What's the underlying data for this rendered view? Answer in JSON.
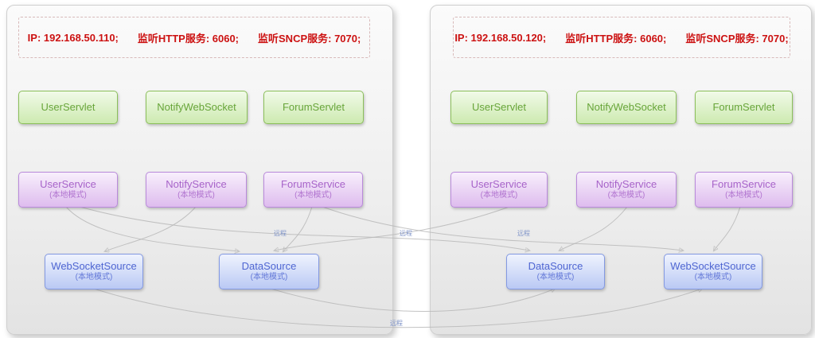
{
  "panels": [
    {
      "header": {
        "ip": "IP: 192.168.50.110;",
        "http": "监听HTTP服务: 6060;",
        "sncp": "监听SNCP服务: 7070;"
      },
      "servlets": [
        "UserServlet",
        "NotifyWebSocket",
        "ForumServlet"
      ],
      "services": [
        {
          "name": "UserService",
          "mode": "(本地模式)"
        },
        {
          "name": "NotifyService",
          "mode": "(本地模式)"
        },
        {
          "name": "ForumService",
          "mode": "(本地模式)"
        }
      ],
      "sources": [
        {
          "name": "WebSocketSource",
          "mode": "(本地模式)"
        },
        {
          "name": "DataSource",
          "mode": "(本地模式)"
        }
      ]
    },
    {
      "header": {
        "ip": "IP: 192.168.50.120;",
        "http": "监听HTTP服务: 6060;",
        "sncp": "监听SNCP服务: 7070;"
      },
      "servlets": [
        "UserServlet",
        "NotifyWebSocket",
        "ForumServlet"
      ],
      "services": [
        {
          "name": "UserService",
          "mode": "(本地模式)"
        },
        {
          "name": "NotifyService",
          "mode": "(本地模式)"
        },
        {
          "name": "ForumService",
          "mode": "(本地模式)"
        }
      ],
      "sources": [
        {
          "name": "DataSource",
          "mode": "(本地模式)"
        },
        {
          "name": "WebSocketSource",
          "mode": "(本地模式)"
        }
      ]
    }
  ],
  "connections": {
    "labels": [
      {
        "text": "远程"
      },
      {
        "text": "远程"
      },
      {
        "text": "远程"
      },
      {
        "text": "远程"
      }
    ]
  },
  "colors": {
    "servlet_green": "#68a53a",
    "service_purple": "#a763c9",
    "source_blue": "#4f66d2",
    "header_red": "#cc1111",
    "line_gray": "#b9b9b9"
  }
}
